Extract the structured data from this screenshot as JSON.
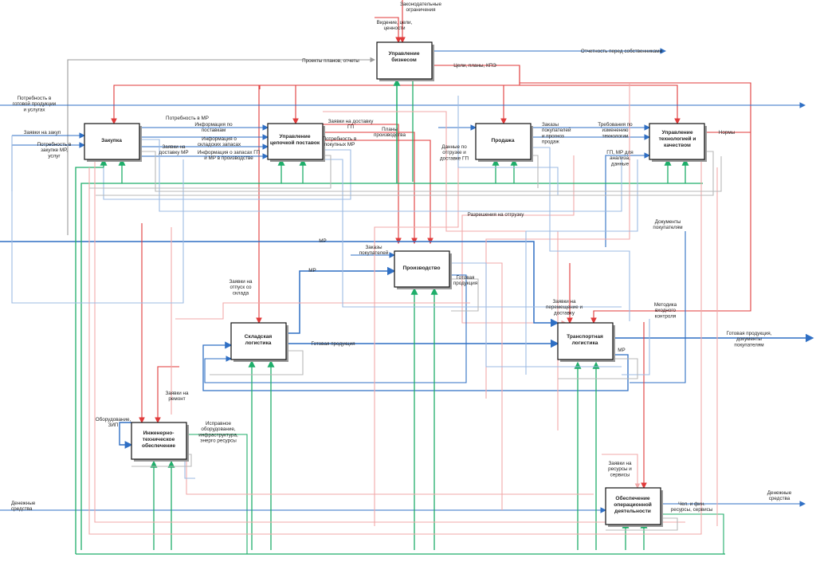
{
  "diagram": {
    "colors": {
      "control": "#e03a3a",
      "control_light": "#f2a9a9",
      "mechanism": "#1fae6a",
      "mechanism_light": "#8fd9b6",
      "input": "#2f6fc4",
      "input_light": "#9dbbe3",
      "feedback": "#b0b0b0"
    },
    "blocks": {
      "biz": [
        "Управление",
        "бизнесом"
      ],
      "purch": [
        "Закупка"
      ],
      "scm": [
        "Управление",
        "цепочкой поставок"
      ],
      "sales": [
        "Продажа"
      ],
      "tech": [
        "Управление",
        "технологией и",
        "качеством"
      ],
      "prod": [
        "Производство"
      ],
      "whs": [
        "Складская",
        "логистика"
      ],
      "trans": [
        "Транспортная",
        "логистика"
      ],
      "eng": [
        "Инженерно-",
        "техническое",
        "обеспечение"
      ],
      "ops": [
        "Обеспечение",
        "операционной",
        "деятельности"
      ]
    },
    "labels": {
      "legal": [
        "Законодательные",
        "ограничения"
      ],
      "vision": [
        "Видение, цели,",
        "ценности"
      ],
      "plans_reports": [
        "Проекты планов, отчеты"
      ],
      "owners": [
        "Отчетность перед собственниками"
      ],
      "goals_kpi": [
        "Цели, планы, КПЭ"
      ],
      "need_gp": [
        "Потребность в",
        "готовой продукции",
        "и услугах"
      ],
      "purchase_req": [
        "Заявки на закуп"
      ],
      "need_mr": [
        "Потребность в",
        "закупке МР,",
        "услуг"
      ],
      "need_mr2": [
        "Потребность в МР"
      ],
      "info_suppliers": [
        "Информация по",
        "поставкам"
      ],
      "info_stock": [
        "Информация о",
        "складских запасах"
      ],
      "mr_delivery": [
        "Заявки на",
        "доставку МР"
      ],
      "info_gp_stock": [
        "Информация о запасах ГП",
        "и МР в производстве"
      ],
      "gp_delivery": [
        "Заявки на доставку",
        "ГП"
      ],
      "prod_plans": [
        "Планы",
        "производства"
      ],
      "need_buy_mr": [
        "Потребность в",
        "покупных МР"
      ],
      "ship_data": [
        "Данные по",
        "отгрузке и",
        "доставке ГП"
      ],
      "cust_orders": [
        "Заказы",
        "покупателей",
        "и прогноз",
        "продаж"
      ],
      "tech_change": [
        "Требования по",
        "изменению",
        "технологии"
      ],
      "norms": [
        "Нормы"
      ],
      "gp_mr_data": [
        "ГП, МР для",
        "анализа,",
        "данные"
      ],
      "ship_permit": [
        "Разрешения на отгрузку"
      ],
      "cust_docs": [
        "Документы",
        "покупателям"
      ],
      "mr_in": [
        "МР"
      ],
      "cust_orders2": [
        "Заказы",
        "покупателей"
      ],
      "mr_prod": [
        "МР"
      ],
      "gp_prod": [
        "Готовая",
        "продукция"
      ],
      "release_req": [
        "Заявки на",
        "отпуск со",
        "склада"
      ],
      "move_req": [
        "Заявки на",
        "перемещение и",
        "доставку"
      ],
      "inspect": [
        "Методика",
        "входного",
        "контроля"
      ],
      "gp_whs": [
        "Готовая продукция"
      ],
      "gp_out": [
        "Готовая продукция,",
        "документы",
        "покупателям"
      ],
      "mr_trans": [
        "МР"
      ],
      "repair_req": [
        "Заявки на",
        "ремонт"
      ],
      "equipment": [
        "Оборудование,",
        "ЗИП"
      ],
      "good_equipment": [
        "Исправное",
        "оборудование,",
        "инфраструктура,",
        "энерго ресурсы"
      ],
      "res_req": [
        "Заявки на",
        "ресурсы и",
        "сервисы"
      ],
      "money_in": [
        "Денежные",
        "средства"
      ],
      "money_out": [
        "Денежные",
        "средства"
      ],
      "fin_res": [
        "Чел. и фин.",
        "ресурсы, сервисы"
      ]
    }
  }
}
